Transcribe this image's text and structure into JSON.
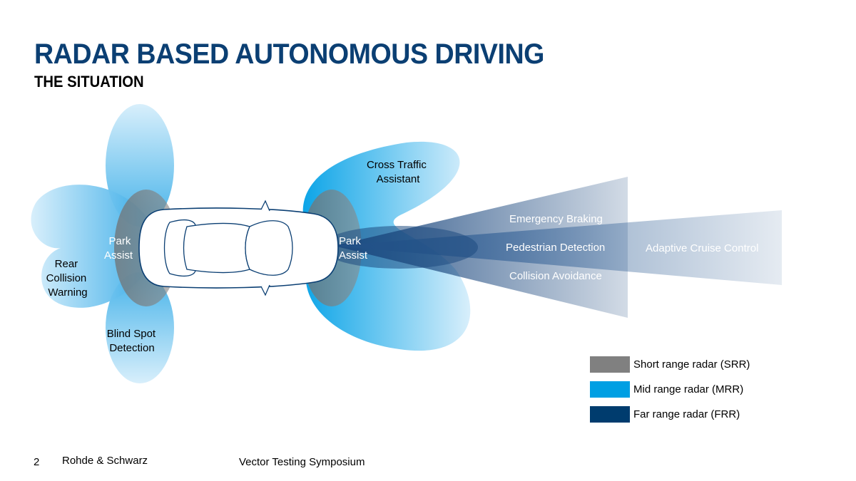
{
  "slide": {
    "title": "RADAR BASED AUTONOMOUS DRIVING",
    "subtitle": "THE SITUATION"
  },
  "colors": {
    "title": "#0b3f73",
    "srr": "#808080",
    "mrr": "#009fe3",
    "frr": "#003c6e"
  },
  "labels": {
    "rear_collision_warning": [
      "Rear",
      "Collision",
      "Warning"
    ],
    "park_assist_rear": [
      "Park",
      "Assist"
    ],
    "park_assist_front": [
      "Park",
      "Assist"
    ],
    "blind_spot_detection": [
      "Blind Spot",
      "Detection"
    ],
    "cross_traffic_assistant": [
      "Cross Traffic",
      "Assistant"
    ],
    "emergency_braking": "Emergency Braking",
    "pedestrian_detection": "Pedestrian Detection",
    "collision_avoidance": "Collision Avoidance",
    "adaptive_cruise_control": "Adaptive Cruise Control"
  },
  "legend": [
    {
      "label": "Short range radar (SRR)",
      "color": "#808080"
    },
    {
      "label": "Mid range radar (MRR)",
      "color": "#009fe3"
    },
    {
      "label": "Far range radar (FRR)",
      "color": "#003c6e"
    }
  ],
  "footer": {
    "page_number": "2",
    "company": "Rohde & Schwarz",
    "event": "Vector Testing Symposium"
  }
}
